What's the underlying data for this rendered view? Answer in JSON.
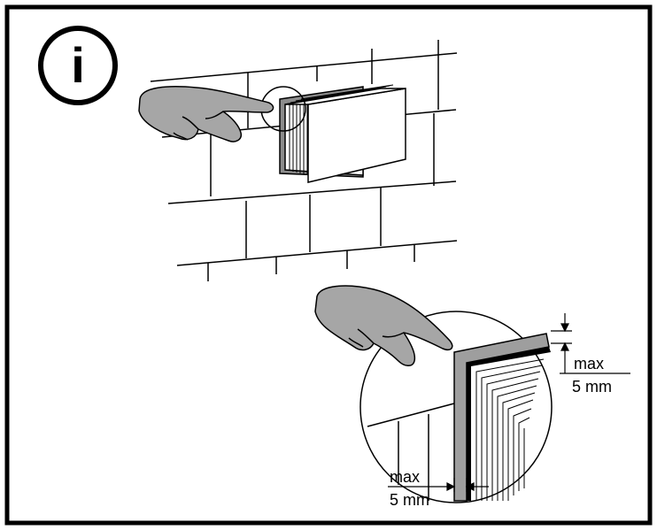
{
  "info_badge": {
    "glyph": "i",
    "icon": "info-icon"
  },
  "dimension_right": {
    "top": "max",
    "bottom": "5 mm"
  },
  "dimension_bottom": {
    "top": "max",
    "bottom": "5 mm"
  },
  "colors": {
    "line": "#000000",
    "hand_fill": "#a6a6a6",
    "frame_fill": "#9e9e9e",
    "background": "#ffffff"
  }
}
